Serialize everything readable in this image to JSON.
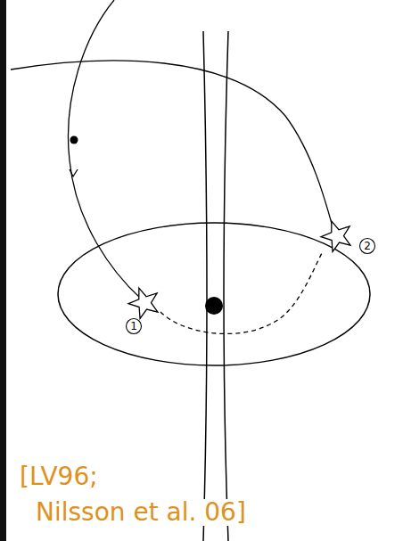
{
  "diagram": {
    "labels": [
      "1",
      "2",
      "[LV96;",
      "Nilsson et al. 06]"
    ]
  }
}
